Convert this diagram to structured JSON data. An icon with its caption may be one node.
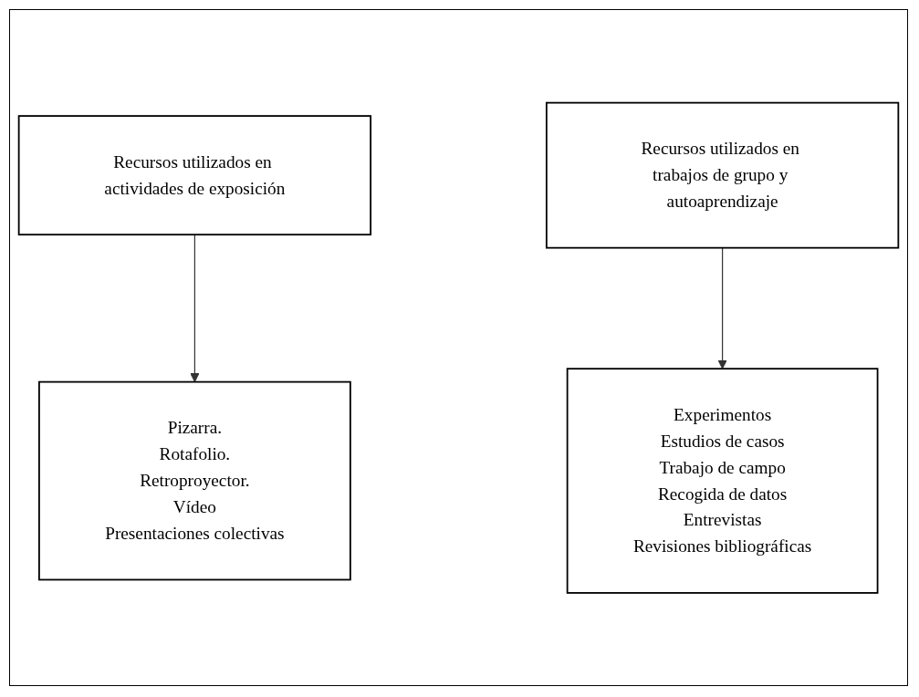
{
  "diagram": {
    "nodes": [
      {
        "text": [
          "Recursos utilizados en actividades de exposición"
        ]
      },
      {
        "text": [
          "Recursos utilizados en trabajos de grupo y autoaprendizaje"
        ]
      },
      {
        "text": [
          "Pizarra.",
          "Rotafolio.",
          "Retroproyector.",
          "Vídeo",
          "Presentaciones colectivas"
        ]
      },
      {
        "text": [
          "Experimentos",
          "Estudios de casos",
          "Trabajo de campo",
          "Recogida de datos",
          "Entrevistas",
          "Revisiones bibliográficas"
        ]
      }
    ],
    "edges": [
      {
        "from": 0,
        "to": 2,
        "arrow": "to"
      },
      {
        "from": 1,
        "to": 3,
        "arrow": "to"
      }
    ]
  }
}
